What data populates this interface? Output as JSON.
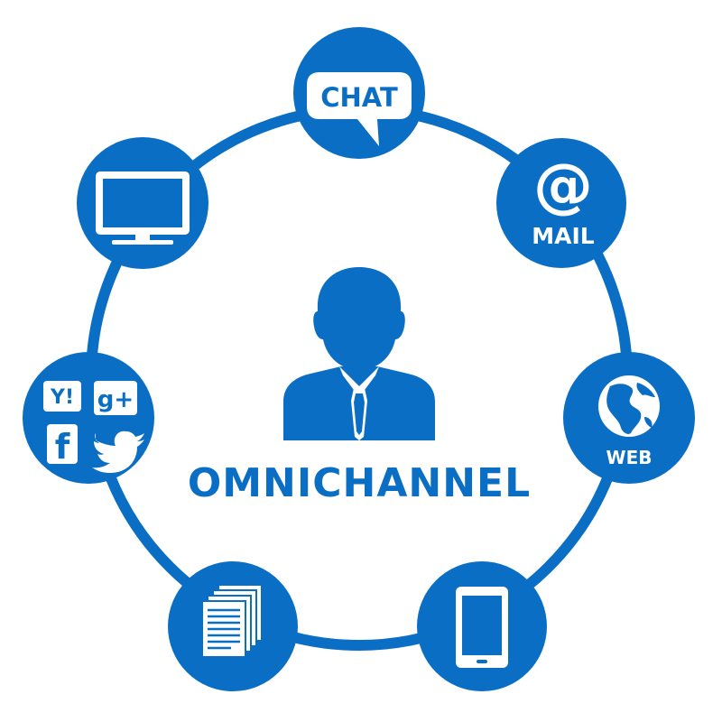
{
  "colors": {
    "primary": "#0a6fc4",
    "background": "#ffffff"
  },
  "center": {
    "label": "OMNICHANNEL",
    "icon": "person-icon"
  },
  "nodes": [
    {
      "id": "chat",
      "icon": "chat-bubble-icon",
      "label": "CHAT"
    },
    {
      "id": "mail",
      "icon": "at-sign-icon",
      "symbol": "@",
      "label": "MAIL"
    },
    {
      "id": "web",
      "icon": "globe-icon",
      "label": "WEB"
    },
    {
      "id": "mobile",
      "icon": "tablet-icon"
    },
    {
      "id": "documents",
      "icon": "documents-icon"
    },
    {
      "id": "social",
      "icon": "social-media-icon",
      "yahoo": "Y!",
      "google": "g+",
      "facebook": "f"
    },
    {
      "id": "tv",
      "icon": "monitor-icon"
    }
  ]
}
